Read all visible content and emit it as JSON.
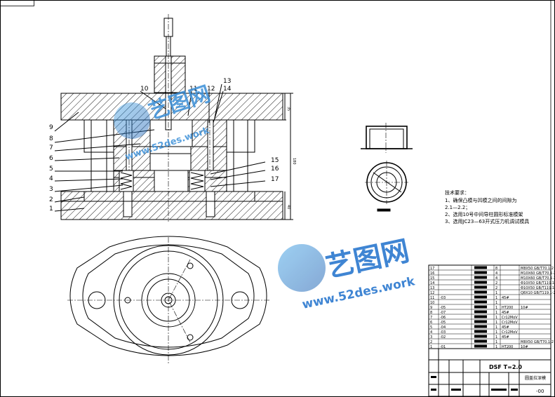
{
  "section_view": {
    "part_labels_left": [
      "9",
      "8",
      "7",
      "6",
      "5",
      "4",
      "3",
      "2",
      "1"
    ],
    "part_labels_top": [
      "10",
      "11",
      "12",
      "13",
      "14"
    ],
    "part_labels_right": [
      "15",
      "16",
      "17"
    ],
    "dimensions": [
      "35",
      "180",
      "40"
    ]
  },
  "technical_requirements": {
    "title": "技术要求：",
    "items": [
      "1、确保凸模与凹模之间的间隙为",
      "2.1—2.2；",
      "2、选用10号中间导柱圆形标准模架",
      "3、选用JC23—63开式压力机调试模具"
    ]
  },
  "watermarks": [
    {
      "brand": "艺图网",
      "url": "www.52des.work"
    },
    {
      "brand": "艺图网",
      "url": "www.52des.work"
    }
  ],
  "parts_table": {
    "rows": [
      {
        "no": "17",
        "code": "",
        "name": "",
        "qty": "8",
        "material": "",
        "standard": "M8X50 GB/T70.1-2"
      },
      {
        "no": "16",
        "code": "",
        "name": "",
        "qty": "4",
        "material": "",
        "standard": "M10X60 GB/T70.1-2"
      },
      {
        "no": "15",
        "code": "",
        "name": "",
        "qty": "4",
        "material": "",
        "standard": "M10X60 GB/T70.1-2"
      },
      {
        "no": "14",
        "code": "",
        "name": "",
        "qty": "2",
        "material": "",
        "standard": "Φ10X50 GB/T119.1-2"
      },
      {
        "no": "13",
        "code": "",
        "name": "",
        "qty": "2",
        "material": "",
        "standard": "Φ10X50 GB/T119.1-2"
      },
      {
        "no": "12",
        "code": "",
        "name": "",
        "qty": "1",
        "material": "",
        "standard": "Q8X10 GB/T119.1-2"
      },
      {
        "no": "11",
        "code": "-03",
        "name": "",
        "qty": "1",
        "material": "45#",
        "standard": ""
      },
      {
        "no": "10",
        "code": "",
        "name": "",
        "qty": "1",
        "material": "",
        "standard": ""
      },
      {
        "no": "9",
        "code": "-05",
        "name": "",
        "qty": "1",
        "material": "HT200",
        "standard": "10#"
      },
      {
        "no": "8",
        "code": "-07",
        "name": "",
        "qty": "1",
        "material": "45#",
        "standard": ""
      },
      {
        "no": "7",
        "code": "-06",
        "name": "",
        "qty": "1",
        "material": "Cr12MoV",
        "standard": ""
      },
      {
        "no": "6",
        "code": "-05",
        "name": "",
        "qty": "1",
        "material": "Cr12MoV",
        "standard": ""
      },
      {
        "no": "5",
        "code": "-04",
        "name": "",
        "qty": "1",
        "material": "45#",
        "standard": ""
      },
      {
        "no": "4",
        "code": "-03",
        "name": "",
        "qty": "1",
        "material": "Cr12MoV",
        "standard": ""
      },
      {
        "no": "3",
        "code": "-02",
        "name": "",
        "qty": "1",
        "material": "45#",
        "standard": ""
      },
      {
        "no": "2",
        "code": "",
        "name": "",
        "qty": "1",
        "material": "",
        "standard": "M8X50 GB/T70.1-2"
      },
      {
        "no": "1",
        "code": "-01",
        "name": "",
        "qty": "1",
        "material": "HT200",
        "standard": "10#"
      }
    ],
    "title_block": {
      "spec": "DSF T=2.0",
      "drawing_name": "圆盖拉深模",
      "drawing_code": "-00"
    }
  }
}
